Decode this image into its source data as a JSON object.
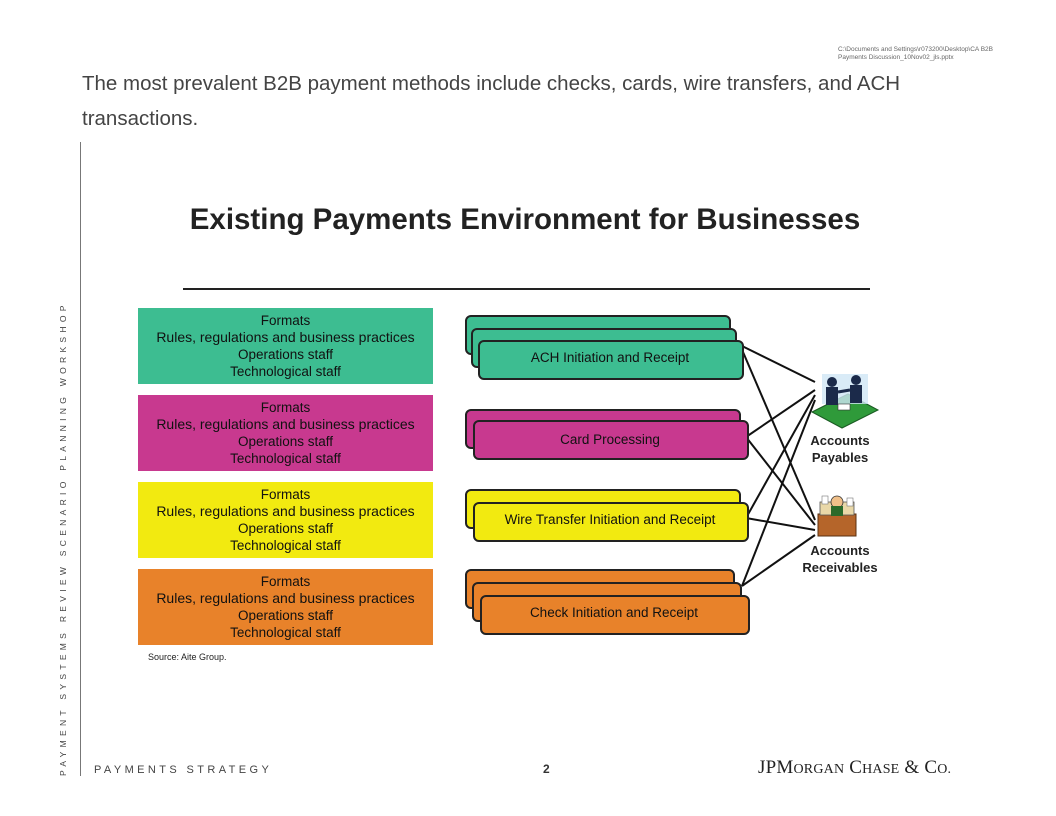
{
  "header": {
    "filepath_line1": "C:\\Documents and Settings\\r073200\\Desktop\\CA B2B",
    "filepath_line2": "Payments Discussion_10Nov02_jls.pptx",
    "headline": "The most prevalent B2B payment methods include checks, cards, wire transfers, and ACH transactions."
  },
  "sidebar": {
    "text": "PAYMENT SYSTEMS REVIEW SCENARIO PLANNING WORKSHOP"
  },
  "diagram": {
    "title": "Existing Payments Environment for Businesses",
    "boxes": [
      {
        "line1": "Formats",
        "line2": "Rules, regulations and business practices",
        "line3": "Operations staff",
        "line4": "Technological staff",
        "color": "#3dbd91"
      },
      {
        "line1": "Formats",
        "line2": "Rules, regulations and business practices",
        "line3": "Operations staff",
        "line4": "Technological staff",
        "color": "#c8398f"
      },
      {
        "line1": "Formats",
        "line2": "Rules, regulations and business practices",
        "line3": "Operations staff",
        "line4": "Technological staff",
        "color": "#f2ea10"
      },
      {
        "line1": "Formats",
        "line2": "Rules, regulations and business practices",
        "line3": "Operations staff",
        "line4": "Technological staff",
        "color": "#e8822a"
      }
    ],
    "processes": [
      {
        "label": "ACH Initiation and Receipt",
        "color": "#3dbd91"
      },
      {
        "label": "Card Processing",
        "color": "#c8398f"
      },
      {
        "label": "Wire Transfer Initiation and Receipt",
        "color": "#f2ea10"
      },
      {
        "label": "Check Initiation and Receipt",
        "color": "#e8822a"
      }
    ],
    "actors": {
      "payables_line1": "Accounts",
      "payables_line2": "Payables",
      "receivables_line1": "Accounts",
      "receivables_line2": "Receivables"
    },
    "source": "Source:  Aite Group."
  },
  "footer": {
    "left": "PAYMENTS STRATEGY",
    "page_number": "2",
    "logo_jp": "JPM",
    "logo_organ": "ORGAN",
    "logo_c": " C",
    "logo_hase": "HASE",
    "logo_co": " & C",
    "logo_o": "O."
  }
}
